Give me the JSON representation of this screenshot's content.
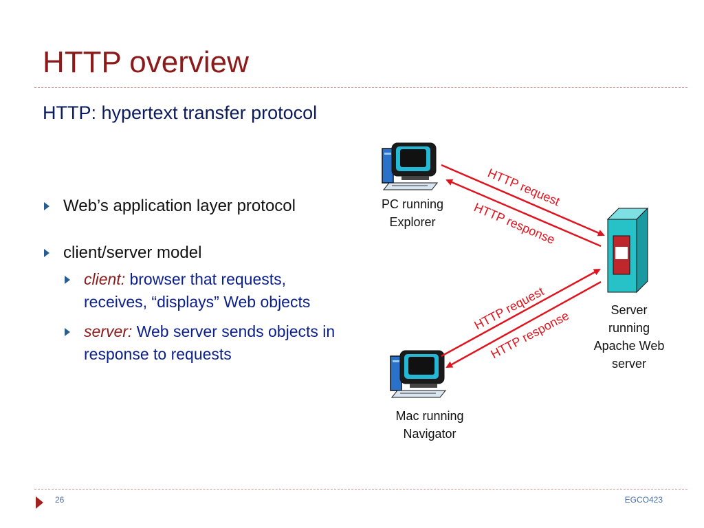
{
  "slide": {
    "title": "HTTP overview",
    "intro": "HTTP: hypertext transfer protocol",
    "bullets": [
      {
        "text": "Web’s application layer protocol"
      },
      {
        "text": "client/server model",
        "sub": [
          {
            "em": "client:",
            "text": " browser that requests, receives, “displays” Web objects"
          },
          {
            "em": "server:",
            "text": " Web server sends objects in response to requests"
          }
        ]
      }
    ],
    "page_number": "26",
    "course": "EGCO423"
  },
  "diagram": {
    "pc_label_1": "PC running",
    "pc_label_2": "Explorer",
    "mac_label_1": "Mac running",
    "mac_label_2": "Navigator",
    "server_label_1": "Server",
    "server_label_2": "running",
    "server_label_3": "Apache Web",
    "server_label_4": "server",
    "top_request": "HTTP request",
    "top_response": "HTTP response",
    "bottom_request": "HTTP request",
    "bottom_response": "HTTP response",
    "arrow_color": "#e0141e",
    "server_color": "#27c2c8"
  },
  "colors": {
    "title": "#8b1a1a",
    "subtext": "#0b1f8a",
    "bullet_marker": "#2a5d8f"
  }
}
